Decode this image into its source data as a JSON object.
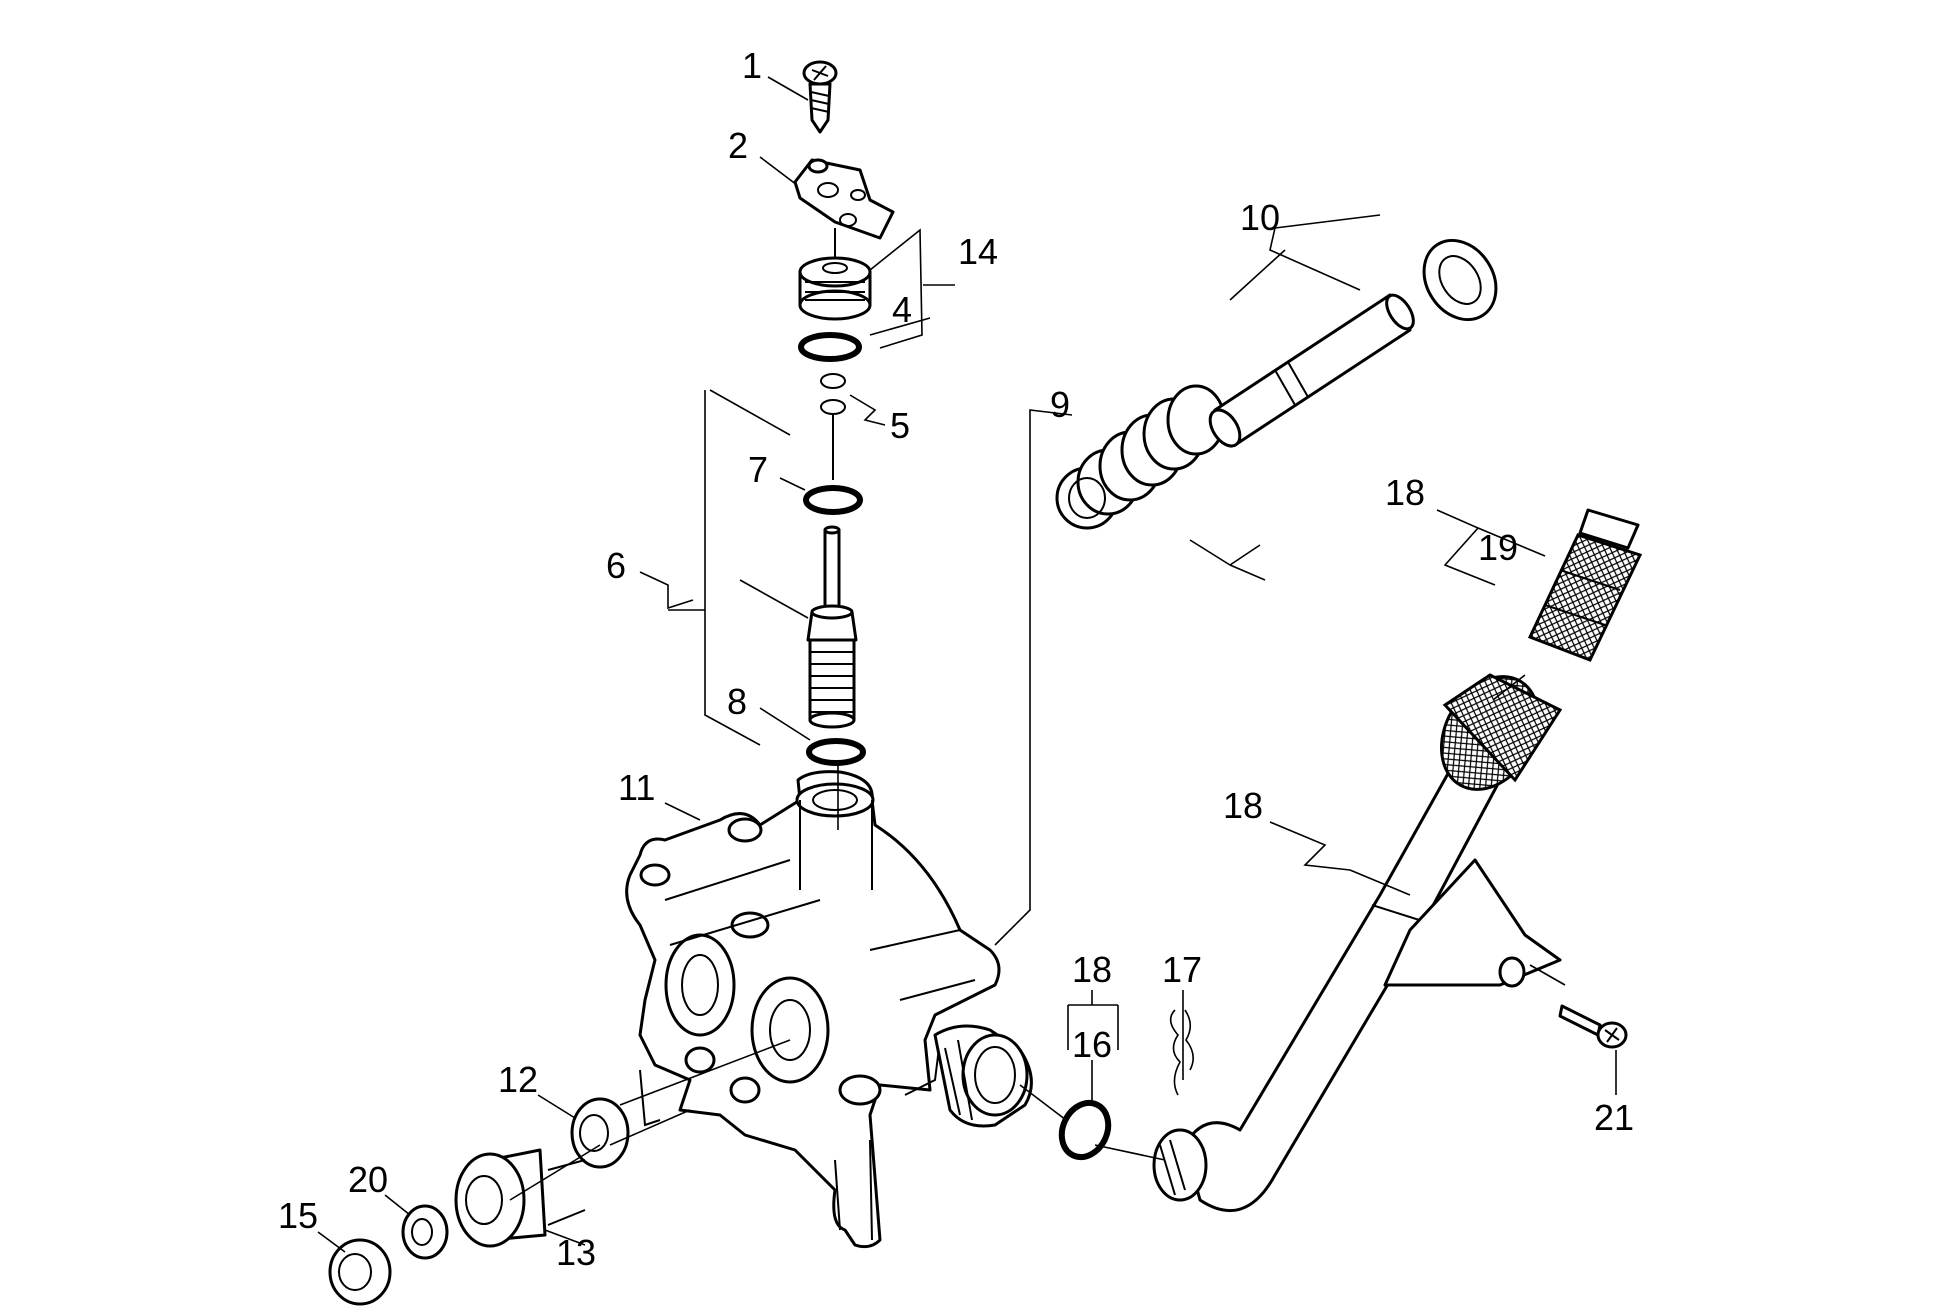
{
  "labels": {
    "p1": "1",
    "p2": "2",
    "p4": "4",
    "p5": "5",
    "p6": "6",
    "p7": "7",
    "p8": "8",
    "p9": "9",
    "p10": "10",
    "p11": "11",
    "p12": "12",
    "p13": "13",
    "p14": "14",
    "p15": "15",
    "p16": "16",
    "p17": "17",
    "p18a": "18",
    "p18b": "18",
    "p18c": "18",
    "p19": "19",
    "p20": "20",
    "p21": "21"
  }
}
